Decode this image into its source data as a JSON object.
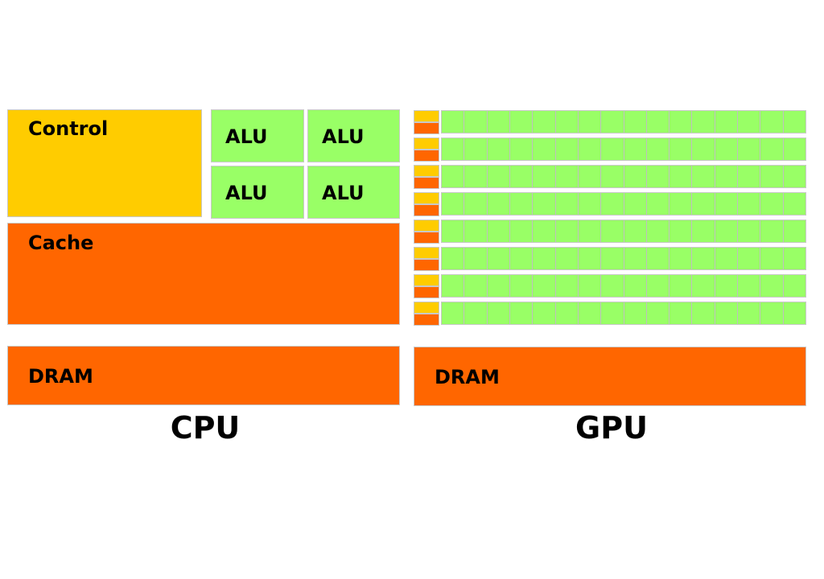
{
  "cpu": {
    "title": "CPU",
    "control_label": "Control",
    "alu_labels": [
      "ALU",
      "ALU",
      "ALU",
      "ALU"
    ],
    "cache_label": "Cache",
    "dram_label": "DRAM"
  },
  "gpu": {
    "title": "GPU",
    "rows": 8,
    "cells_per_row": 16,
    "dram_label": "DRAM"
  },
  "colors": {
    "control": "#ffcc00",
    "cache": "#ff6600",
    "alu": "#99ff66",
    "dram": "#ff6600"
  }
}
